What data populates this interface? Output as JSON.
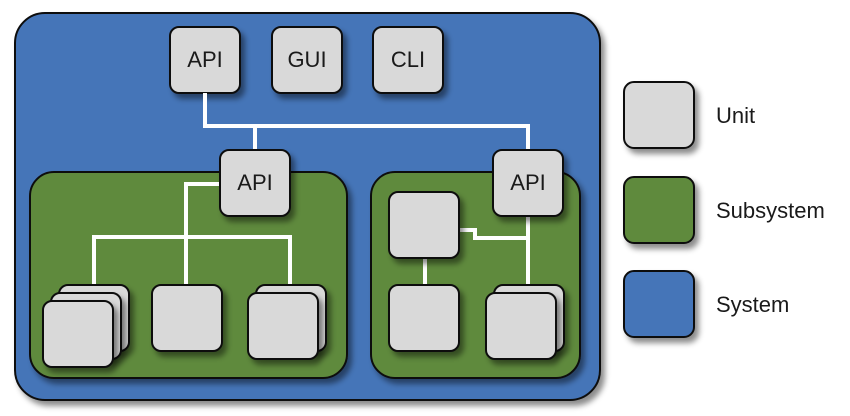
{
  "system": {
    "units": [
      {
        "id": "sys-api",
        "label": "API"
      },
      {
        "id": "sys-gui",
        "label": "GUI"
      },
      {
        "id": "sys-cli",
        "label": "CLI"
      }
    ]
  },
  "subsystem_left": {
    "api_label": "API"
  },
  "subsystem_right": {
    "api_label": "API"
  },
  "legend": [
    {
      "kind": "unit",
      "label": "Unit"
    },
    {
      "kind": "subsystem",
      "label": "Subsystem"
    },
    {
      "kind": "system",
      "label": "System"
    }
  ],
  "colors": {
    "system": "#4474b8",
    "subsystem": "#5f8a3e",
    "unit": "#d9d9d9",
    "outline": "#111111",
    "connector": "#ffffff"
  }
}
